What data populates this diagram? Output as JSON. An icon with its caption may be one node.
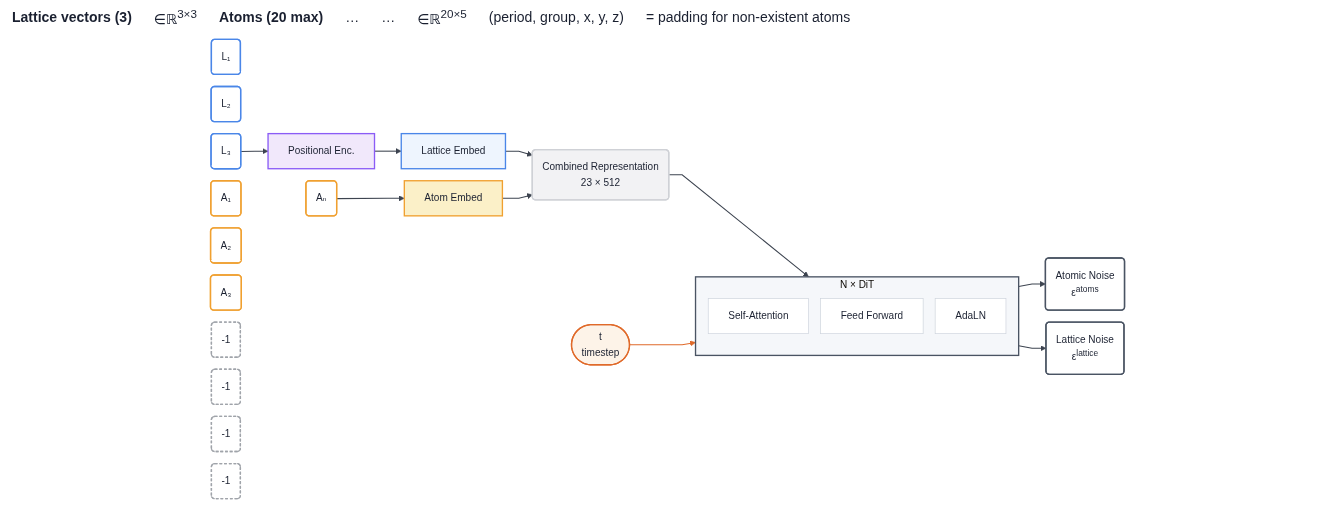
{
  "diagram": {
    "nodes": [
      {
        "text": [
          "L₁"
        ]
      },
      {
        "text": [
          "L₂"
        ]
      },
      {
        "text": [
          "L₃"
        ]
      },
      {
        "text": [
          "Positional Enc."
        ]
      },
      {
        "text": [
          "Lattice Embed"
        ]
      },
      {
        "text": [
          "A₁"
        ]
      },
      {
        "text": [
          "A₂"
        ]
      },
      {
        "text": [
          "A₃"
        ]
      },
      {
        "text": [
          "Aₙ"
        ]
      },
      {
        "text": [
          "-1"
        ]
      },
      {
        "text": [
          "-1"
        ]
      },
      {
        "text": [
          "-1"
        ]
      },
      {
        "text": [
          "Atom Embed"
        ]
      },
      {
        "text": [
          "Combined Representation",
          "23 × 512"
        ]
      },
      {
        "text": [
          "N × DiT"
        ]
      },
      {
        "text": [
          "Self-Attention"
        ],
        "in": 14
      },
      {
        "text": [
          "Feed Forward"
        ],
        "in": 14
      },
      {
        "text": [
          "AdaLN"
        ],
        "in": 14
      },
      {
        "text": [
          "t",
          "timestep"
        ]
      },
      {
        "text": [
          "Atomic Noise",
          "ε$^{atoms}$"
        ]
      },
      {
        "text": [
          "Lattice Noise",
          "ε$^{lattice}$"
        ]
      },
      {
        "text": [
          "-1"
        ]
      }
    ],
    "edges": [
      {
        "from": 2,
        "to": 3,
        "arrow": "to"
      },
      {
        "from": 3,
        "to": 4,
        "arrow": "to"
      },
      {
        "from": 4,
        "to": 13,
        "arrow": "to"
      },
      {
        "from": 8,
        "to": 12,
        "arrow": "to"
      },
      {
        "from": 12,
        "to": 13,
        "arrow": "to"
      },
      {
        "from": 13,
        "to": 14,
        "arrow": "to"
      },
      {
        "from": 18,
        "to": 14,
        "arrow": "to",
        "color": "#e06a2a"
      },
      {
        "from": 14,
        "to": 19,
        "arrow": "to"
      },
      {
        "from": 14,
        "to": 20,
        "arrow": "to"
      }
    ],
    "labels": [
      "Lattice vectors (3)",
      "∈ℝ$^{3×3}$",
      "Atoms (20 max)",
      "…",
      "…",
      "∈ℝ$^{20×5}$",
      "(period, group, x, y, z)",
      "= padding for non-existent atoms"
    ]
  }
}
